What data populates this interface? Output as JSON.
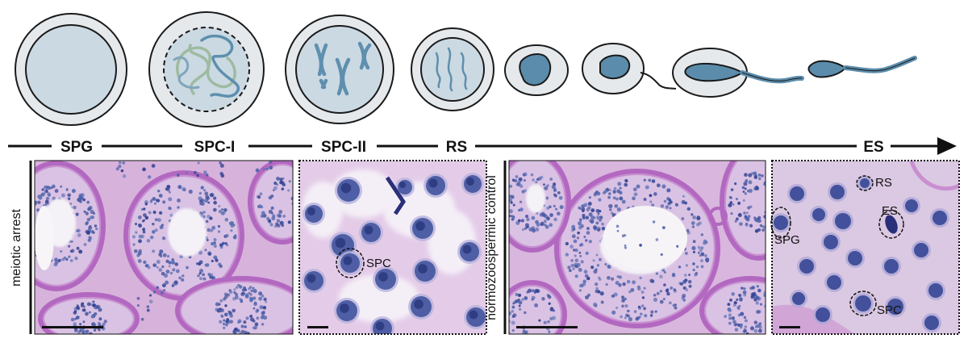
{
  "stages": [
    "SPG",
    "SPC-I",
    "SPC-II",
    "RS",
    "ES"
  ],
  "side_labels": {
    "left": "meiotic arrest",
    "right": "normozoospermic control"
  },
  "annotations": {
    "spc": "SPC",
    "rs": "RS",
    "es": "ES",
    "spg": "SPG",
    "spc2": "SPC"
  },
  "colors": {
    "cell_outline": "#1a1a1a",
    "cytoplasm": "#e6e9ec",
    "nucleus": "#cbd9e3",
    "chromosome": "#5e8fae",
    "chromatin_green": "#9ebba0",
    "sperm_head": "#5b8cab",
    "tissue_pink": "#e7c6e2",
    "tissue_magenta": "#b56fbf",
    "nucleus_stain": "#3b4f9a"
  },
  "icons": [
    "cell-icon",
    "chromosome-icon",
    "sperm-icon",
    "arrow-icon",
    "scale-bar"
  ]
}
